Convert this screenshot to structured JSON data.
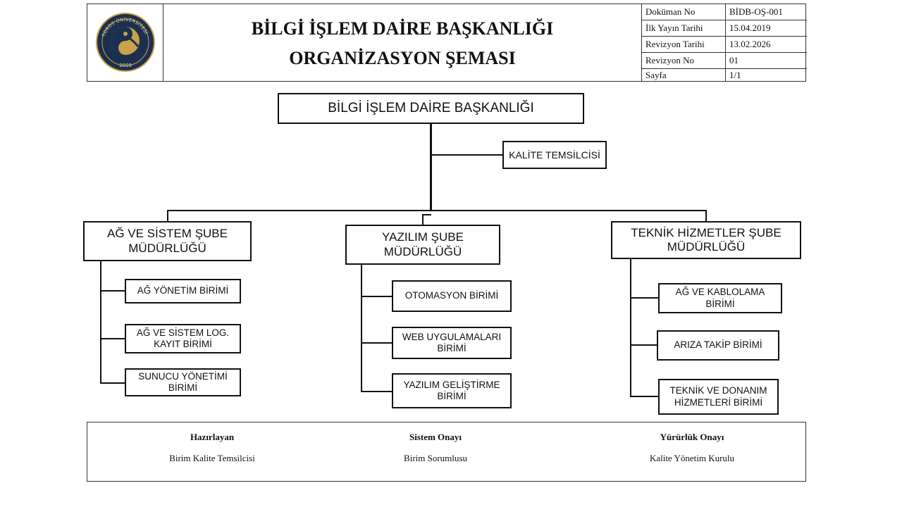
{
  "header": {
    "title_line1": "BİLGİ İŞLEM DAİRE BAŞKANLIĞI",
    "title_line2": "ORGANİZASYON ŞEMASI",
    "logo": {
      "ring_text": "TOROS ÜNİVERSİTESİ",
      "year": "2009",
      "colors": {
        "navy": "#1c2f4e",
        "gold": "#c9a24a"
      }
    },
    "info": [
      {
        "key": "Doküman No",
        "value": "BİDB-OŞ-001"
      },
      {
        "key": "İlk Yayın Tarihi",
        "value": "15.04.2019"
      },
      {
        "key": "Revizyon Tarihi",
        "value": "13.02.2026"
      },
      {
        "key": "Revizyon No",
        "value": "01"
      },
      {
        "key": "Sayfa",
        "value": "1/1"
      }
    ]
  },
  "chart": {
    "root": "BİLGİ İŞLEM DAİRE BAŞKANLIĞI",
    "staff": "KALİTE TEMSİLCİSİ",
    "branches": [
      {
        "title_line1": "AĞ VE SİSTEM ŞUBE",
        "title_line2": "MÜDÜRLÜĞÜ",
        "units": [
          {
            "line1": "AĞ YÖNETİM BİRİMİ",
            "line2": ""
          },
          {
            "line1": "AĞ VE SİSTEM LOG.",
            "line2": "KAYIT BİRİMİ"
          },
          {
            "line1": "SUNUCU YÖNETİMİ",
            "line2": "BİRİMİ"
          }
        ]
      },
      {
        "title_line1": "YAZILIM ŞUBE",
        "title_line2": "MÜDÜRLÜĞÜ",
        "units": [
          {
            "line1": "OTOMASYON BİRİMİ",
            "line2": ""
          },
          {
            "line1": "WEB UYGULAMALARI",
            "line2": "BİRİMİ"
          },
          {
            "line1": "YAZILIM GELİŞTİRME",
            "line2": "BİRİMİ"
          }
        ]
      },
      {
        "title_line1": "TEKNİK HİZMETLER ŞUBE",
        "title_line2": "MÜDÜRLÜĞÜ",
        "units": [
          {
            "line1": "AĞ VE KABLOLAMA",
            "line2": "BİRİMİ"
          },
          {
            "line1": "ARIZA TAKİP BİRİMİ",
            "line2": ""
          },
          {
            "line1": "TEKNİK VE DONANIM",
            "line2": "HİZMETLERİ BİRİMİ"
          }
        ]
      }
    ]
  },
  "footer": [
    {
      "heading": "Hazırlayan",
      "name": "Birim Kalite Temsilcisi"
    },
    {
      "heading": "Sistem Onayı",
      "name": "Birim Sorumlusu"
    },
    {
      "heading": "Yürürlük Onayı",
      "name": "Kalite Yönetim Kurulu"
    }
  ]
}
